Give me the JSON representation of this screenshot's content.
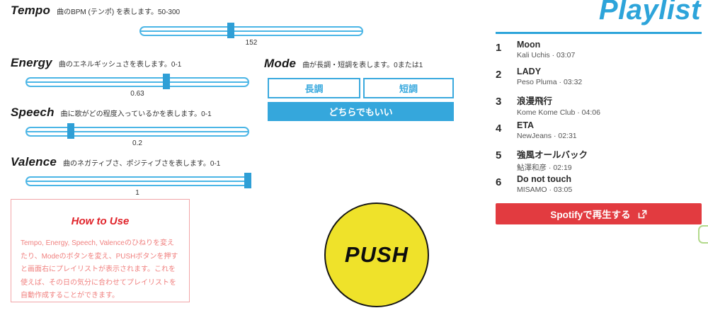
{
  "sliders": [
    {
      "name": "Tempo",
      "desc": "曲のBPM (テンポ) を表します。50-300",
      "value": "152",
      "percent": 40.8
    },
    {
      "name": "Energy",
      "desc": "曲のエネルギッシュさを表します。0-1",
      "value": "0.63",
      "percent": 63
    },
    {
      "name": "Speech",
      "desc": "曲に歌がどの程度入っているかを表します。0-1",
      "value": "0.2",
      "percent": 20
    },
    {
      "name": "Valence",
      "desc": "曲のネガティブさ、ポジティブさを表します。0-1",
      "value": "1",
      "percent": 100
    }
  ],
  "mode": {
    "name": "Mode",
    "desc": "曲が長調・短調を表します。0または1",
    "major_label": "長調",
    "minor_label": "短調",
    "either_label": "どちらでもいい"
  },
  "howto": {
    "title": "How to Use",
    "body": "Tempo, Energy, Speech, Valenceのひねりを変えたり、Modeのボタンを変え、PUSHボタンを押すと画面右にプレイリストが表示されます。これを使えば、その日の気分に合わせてプレイリストを自動作成することができます。"
  },
  "push": {
    "label": "PUSH"
  },
  "playlist": {
    "title": "Playlist",
    "separator": " · ",
    "tracks": [
      {
        "num": "1",
        "title": "Moon",
        "artist": "Kali Uchis",
        "duration": "03:07"
      },
      {
        "num": "2",
        "title": "LADY",
        "artist": "Peso Pluma",
        "duration": "03:32"
      },
      {
        "num": "3",
        "title": "浪漫飛行",
        "artist": "Kome Kome Club",
        "duration": "04:06"
      },
      {
        "num": "4",
        "title": "ETA",
        "artist": "NewJeans",
        "duration": "02:31"
      },
      {
        "num": "5",
        "title": "強風オールバック",
        "artist": "鮎澤和彦",
        "duration": "02:19"
      },
      {
        "num": "6",
        "title": "Do not touch",
        "artist": "MISAMO",
        "duration": "03:05"
      }
    ],
    "spotify_label": "Spotifyで再生する"
  },
  "colors": {
    "accent_blue": "#35a7dc",
    "slider_blue": "#4cb6e6",
    "spotify_red": "#e23b40",
    "push_yellow": "#efe22a",
    "howto_red": "#e0242b"
  }
}
